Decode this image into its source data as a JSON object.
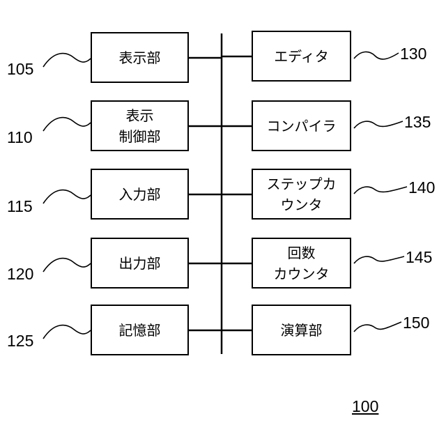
{
  "left_blocks": [
    {
      "ref": "105",
      "label": "表示部"
    },
    {
      "ref": "110",
      "label": "表示\n制御部"
    },
    {
      "ref": "115",
      "label": "入力部"
    },
    {
      "ref": "120",
      "label": "出力部"
    },
    {
      "ref": "125",
      "label": "記憶部"
    }
  ],
  "right_blocks": [
    {
      "ref": "130",
      "label": "エディタ"
    },
    {
      "ref": "135",
      "label": "コンパイラ"
    },
    {
      "ref": "140",
      "label": "ステップカ\nウンタ"
    },
    {
      "ref": "145",
      "label": "回数\nカウンタ"
    },
    {
      "ref": "150",
      "label": "演算部"
    }
  ],
  "figure_ref": "100"
}
